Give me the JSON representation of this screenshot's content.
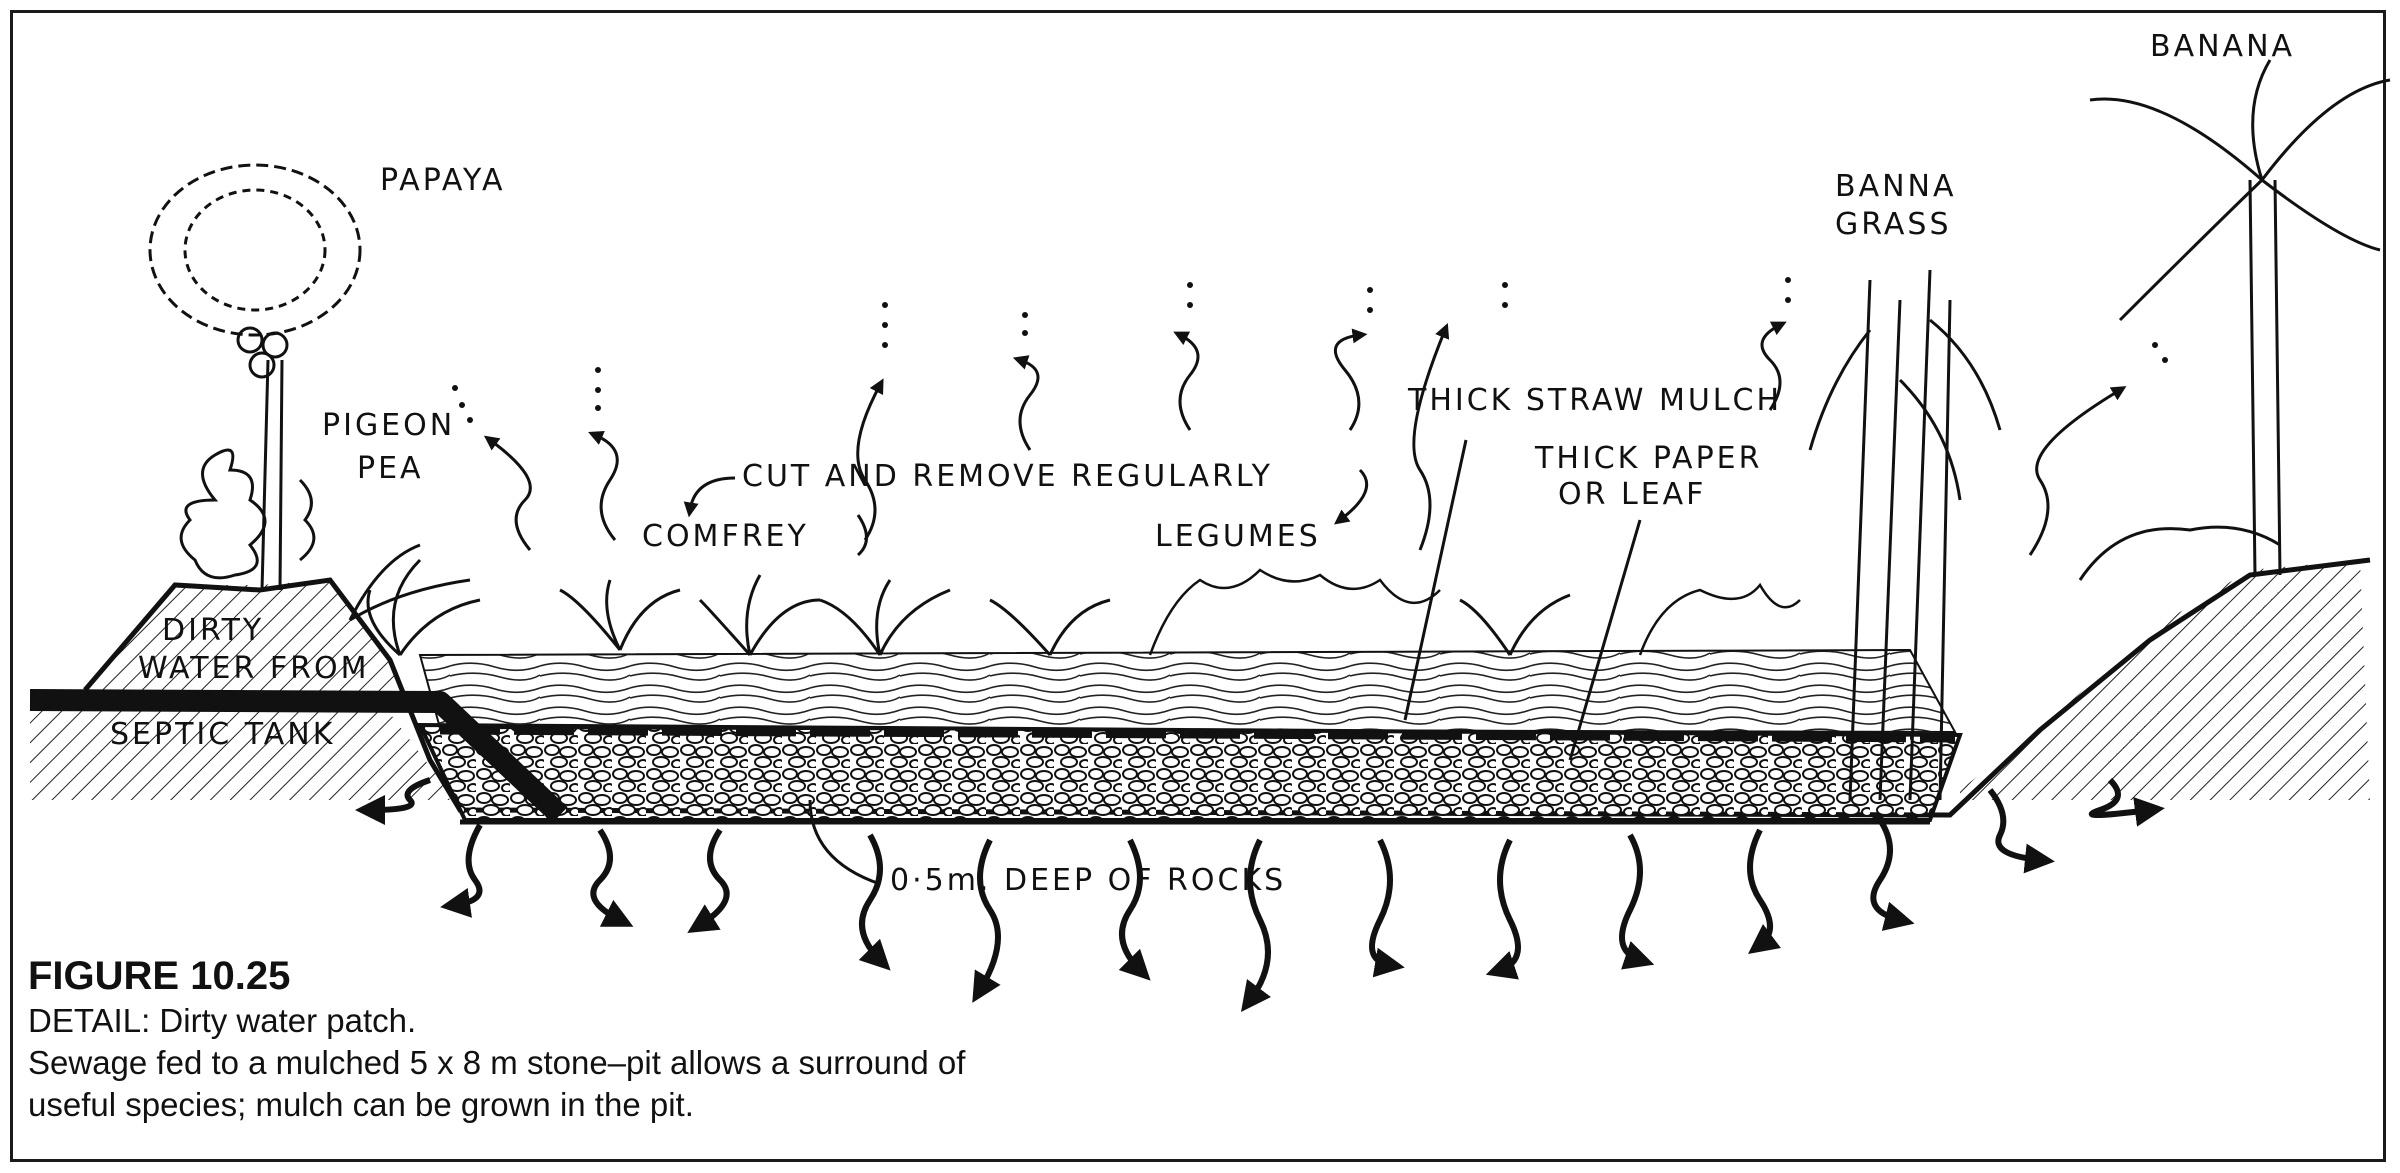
{
  "labels": {
    "papaya": "PAPAYA",
    "pigeon_pea_1": "PIGEON",
    "pigeon_pea_2": "PEA",
    "dirty_water_1": "DIRTY",
    "dirty_water_2": "WATER FROM",
    "septic_tank": "SEPTIC TANK",
    "cut_remove": "CUT AND REMOVE REGULARLY",
    "comfrey": "COMFREY",
    "legumes": "LEGUMES",
    "straw_mulch": "THICK STRAW MULCH",
    "paper_leaf_1": "THICK PAPER",
    "paper_leaf_2": "OR LEAF",
    "banna_grass_1": "BANNA",
    "banna_grass_2": "GRASS",
    "banana": "BANANA",
    "rocks": "0·5m. DEEP OF ROCKS"
  },
  "caption": {
    "title": "FIGURE 10.25",
    "line1": "DETAIL: Dirty water patch.",
    "line2": "Sewage fed to a mulched 5 x 8 m stone–pit allows a surround of",
    "line3": "useful species; mulch can be grown in the pit."
  },
  "colors": {
    "ink": "#111111",
    "paper": "#ffffff"
  }
}
